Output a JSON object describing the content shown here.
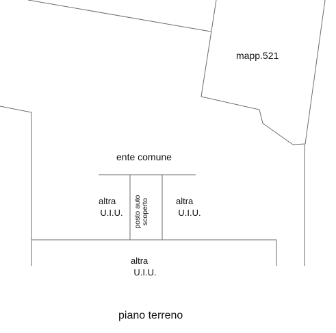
{
  "plan": {
    "mapp_label": "mapp.521",
    "common_area_label": "ente comune",
    "unit_left": {
      "line1": "altra",
      "line2": "U.I.U."
    },
    "unit_right": {
      "line1": "altra",
      "line2": "U.I.U."
    },
    "unit_bottom": {
      "line1": "altra",
      "line2": "U.I.U."
    },
    "parking": {
      "line1": "posto auto",
      "line2": "scoperto"
    },
    "floor_caption": "piano terreno",
    "line_color": "#6b6b6b"
  }
}
